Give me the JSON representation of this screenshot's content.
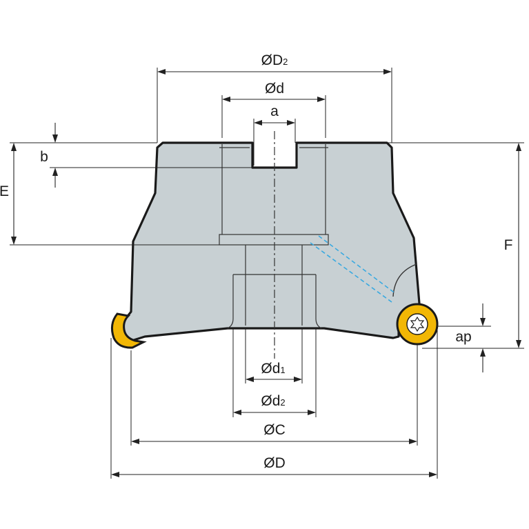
{
  "labels": {
    "D2": {
      "main": "ØD",
      "sub": "2"
    },
    "d": "Ød",
    "a": "a",
    "b": "b",
    "E": "E",
    "F": "F",
    "ap": "ap",
    "d1": {
      "main": "Ød",
      "sub": "1"
    },
    "d2": {
      "main": "Ød",
      "sub": "2"
    },
    "C": "ØC",
    "D": "ØD"
  },
  "colors": {
    "body_fill": "#c8d0d3",
    "body_outline": "#1a1a1a",
    "insert_fill": "#f2b705",
    "coolant_line": "#39a9e0",
    "dimension_line": "#222222"
  },
  "icons": {
    "insert_screw": "torx-screw-icon"
  }
}
